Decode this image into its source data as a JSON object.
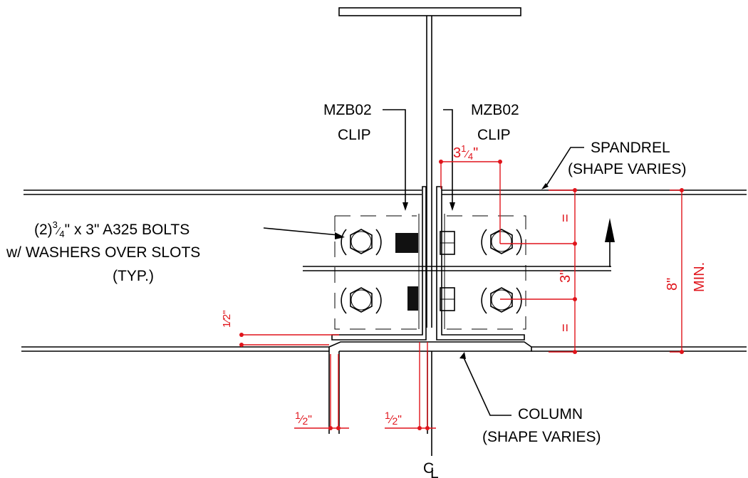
{
  "labels": {
    "clip_left_1": "MZB02",
    "clip_left_2": "CLIP",
    "clip_right_1": "MZB02",
    "clip_right_2": "CLIP",
    "spandrel_1": "SPANDREL",
    "spandrel_2": "(SHAPE VARIES)",
    "bolts_pre": "(2)",
    "bolts_frac_num": "3",
    "bolts_frac_den": "4",
    "bolts_rest": "\" x 3\" A325 BOLTS",
    "bolts_2": "w/ WASHERS OVER SLOTS",
    "bolts_3": "(TYP.)",
    "column_1": "COLUMN",
    "column_2": "(SHAPE VARIES)",
    "centerline": "C",
    "centerline_sub": "L"
  },
  "dimensions": {
    "edge_whole": "3",
    "edge_num": "1",
    "edge_den": "4",
    "edge_unit": "\"",
    "eq_top": "=",
    "eq_bottom": "=",
    "bolt_spacing": "3\"",
    "min_depth_val": "8\"",
    "min_depth_word": "MIN.",
    "gap_left_num": "1",
    "gap_left_den": "2",
    "gap_left_unit": "\"",
    "gap_center_num": "1",
    "gap_center_den": "2",
    "gap_center_unit": "\"",
    "gap_vert_num": "1",
    "gap_vert_den": "2",
    "gap_vert_unit": "\""
  },
  "colors": {
    "dimension": "#e0141b",
    "linework": "#000000"
  }
}
